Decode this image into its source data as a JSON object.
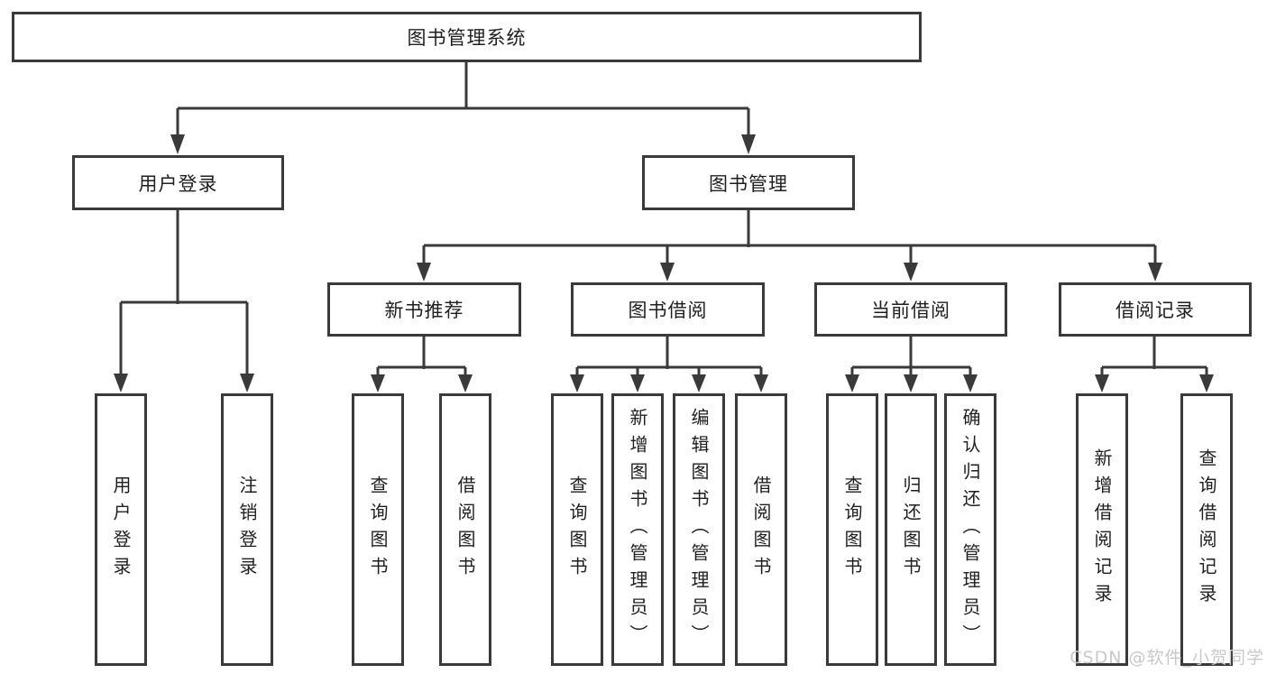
{
  "diagram": {
    "type": "function-structure-tree",
    "root": {
      "label": "图书管理系统",
      "children": [
        {
          "label": "用户登录",
          "children": [
            {
              "label": "用户登录"
            },
            {
              "label": "注销登录"
            }
          ]
        },
        {
          "label": "图书管理",
          "children": [
            {
              "label": "新书推荐",
              "children": [
                {
                  "label": "查询图书"
                },
                {
                  "label": "借阅图书"
                }
              ]
            },
            {
              "label": "图书借阅",
              "children": [
                {
                  "label": "查询图书"
                },
                {
                  "label": "新增图书（管理员）"
                },
                {
                  "label": "编辑图书（管理员）"
                },
                {
                  "label": "借阅图书"
                }
              ]
            },
            {
              "label": "当前借阅",
              "children": [
                {
                  "label": "查询图书"
                },
                {
                  "label": "归还图书"
                },
                {
                  "label": "确认归还（管理员）"
                }
              ]
            },
            {
              "label": "借阅记录",
              "children": [
                {
                  "label": "新增借阅记录"
                },
                {
                  "label": "查询借阅记录"
                }
              ]
            }
          ]
        }
      ]
    }
  },
  "watermark": {
    "text": "CSDN @软件_小贺同学"
  },
  "colors": {
    "line": "#3a3a3a",
    "box_border": "#3a3a3a",
    "text": "#1f1f1f",
    "background": "#ffffff",
    "watermark": "#c9c9c9"
  }
}
